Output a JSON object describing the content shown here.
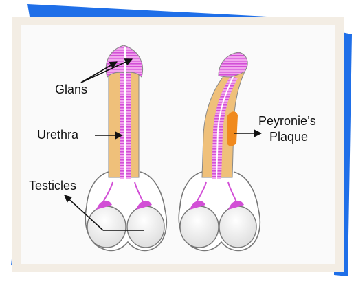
{
  "labels": {
    "glans": "Glans",
    "urethra": "Urethra",
    "testicles": "Testicles",
    "plaque_line1": "Peyronie’s",
    "plaque_line2": "Plaque"
  },
  "colors": {
    "accent_blue": "#1f6fe8",
    "card_border": "#f3ede4",
    "card_bg": "#fafafa",
    "tissue_magenta": "#d24fd6",
    "tissue_pink": "#f2a6ee",
    "shaft_tan": "#efc07a",
    "plaque_orange": "#f08a1e",
    "outline": "#777777",
    "arrow": "#111111"
  }
}
